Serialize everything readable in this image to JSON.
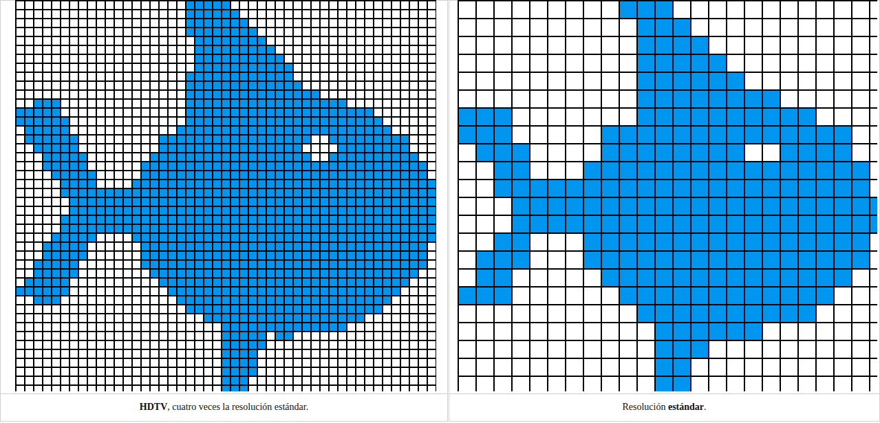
{
  "diagram": {
    "labels": [
      "HDTV",
      ", cuatro veces la resolución estándar.",
      "Resolución ",
      "estándar",
      "."
    ]
  }
}
